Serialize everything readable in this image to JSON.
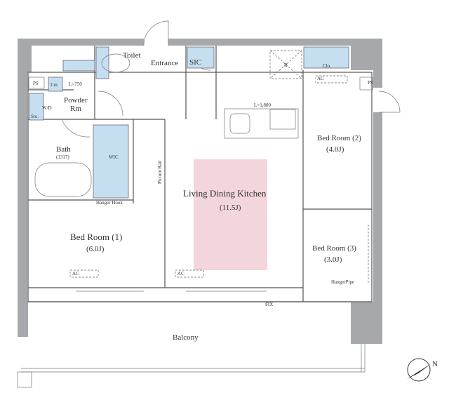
{
  "colors": {
    "wall": "#a6a8ab",
    "storage": "#c6dff0",
    "ldk_highlight": "#f3d6db"
  },
  "rooms": {
    "toilet": "Toilet",
    "entrance": "Entrance",
    "sic": "SIC",
    "linen": "Lin.",
    "linen_width": "L=750",
    "ps_left": "PS",
    "wd": "W/D",
    "storage": "Sto.",
    "powder_room_1": "Powder",
    "powder_room_2": "Rm",
    "bath": "Bath",
    "bath_size": "(1317)",
    "wic": "WIC",
    "picture_rail": "Picture Rail",
    "hanger_hook": "Hanger Hook",
    "refrigerator": "R",
    "closet": "Clo.",
    "ac": "AC",
    "ps_right": "PS",
    "kitchen_length": "L=1,800",
    "bedroom2": "Bed Room (2)",
    "bedroom2_size": "(4.0J)",
    "ldk": "Living Dining Kitchen",
    "ldk_size": "(11.5J)",
    "bedroom1": "Bed Room (1)",
    "bedroom1_size": "(6.0J)",
    "bedroom3": "Bed Room (3)",
    "bedroom3_size": "(3.0J)",
    "hanger_pipe": "HangerPipe",
    "fix": "FIX",
    "balcony": "Balcony"
  },
  "compass": {
    "label": "N",
    "icon": "north-arrow-icon"
  }
}
